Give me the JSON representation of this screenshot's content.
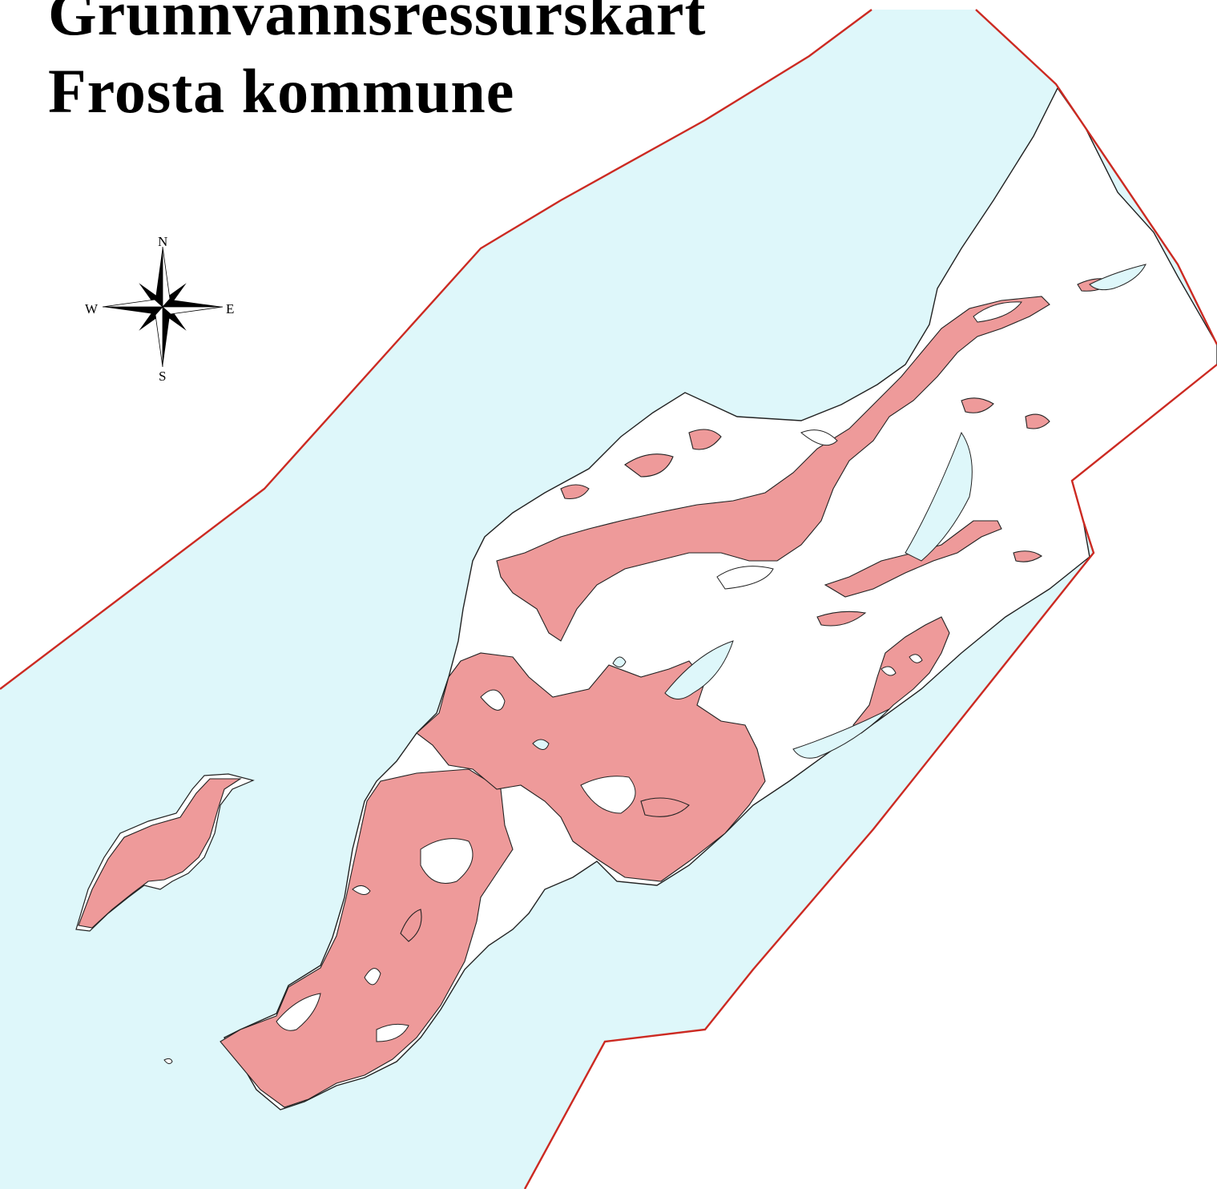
{
  "map": {
    "title_line1": "Grunnvannsressurskart",
    "title_line2": "Frosta kommune",
    "compass": {
      "n": "N",
      "s": "S",
      "e": "E",
      "w": "W"
    },
    "colors": {
      "water": "#def7fa",
      "land": "#ffffff",
      "groundwater_resource": "#ee9a9a",
      "outline": "#222222",
      "municipal_boundary": "#cc2a22"
    }
  }
}
